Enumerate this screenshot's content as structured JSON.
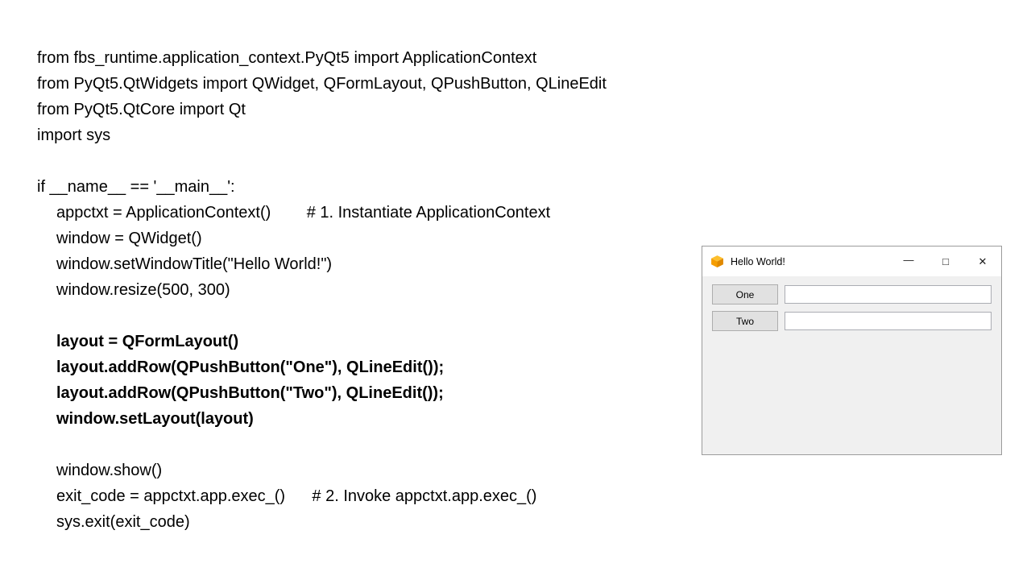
{
  "code": {
    "lines": [
      {
        "text": "from fbs_runtime.application_context.PyQt5 import ApplicationContext"
      },
      {
        "text": "from PyQt5.QtWidgets import QWidget, QFormLayout, QPushButton, QLineEdit"
      },
      {
        "text": "from PyQt5.QtCore import Qt"
      },
      {
        "text": "import sys"
      },
      {
        "text": ""
      },
      {
        "text": "if __name__ == '__main__':"
      },
      {
        "text": "appctxt = ApplicationContext()        # 1. Instantiate ApplicationContext"
      },
      {
        "text": "window = QWidget()"
      },
      {
        "text": "window.setWindowTitle(\"Hello World!\")"
      },
      {
        "text": "window.resize(500, 300)"
      },
      {
        "text": ""
      },
      {
        "text": "layout = QFormLayout()"
      },
      {
        "text": "layout.addRow(QPushButton(\"One\"), QLineEdit());"
      },
      {
        "text": "layout.addRow(QPushButton(\"Two\"), QLineEdit());"
      },
      {
        "text": "window.setLayout(layout)"
      },
      {
        "text": ""
      },
      {
        "text": "window.show()"
      },
      {
        "text": "exit_code = appctxt.app.exec_()      # 2. Invoke appctxt.app.exec_()"
      },
      {
        "text": "sys.exit(exit_code)"
      }
    ]
  },
  "app_window": {
    "title": "Hello World!",
    "controls": {
      "minimize": "—",
      "maximize": "□",
      "close": "✕"
    },
    "rows": [
      {
        "button": "One"
      },
      {
        "button": "Two"
      }
    ],
    "colors": {
      "titlebar_bg": "#ffffff",
      "client_bg": "#f0f0f0",
      "button_bg": "#e1e1e1",
      "icon_orange": "#f59d00"
    }
  }
}
